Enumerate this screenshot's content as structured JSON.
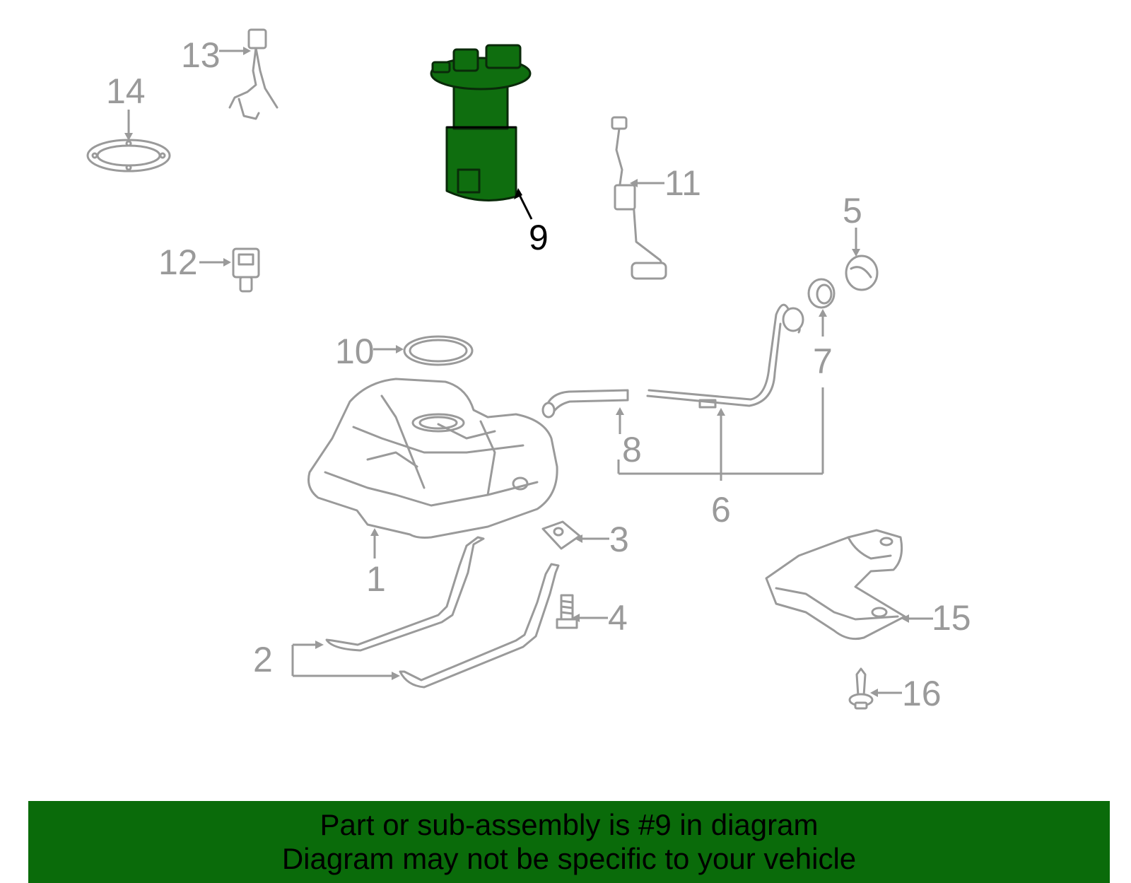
{
  "callouts": {
    "c1": "1",
    "c2": "2",
    "c3": "3",
    "c4": "4",
    "c5": "5",
    "c6": "6",
    "c7": "7",
    "c8": "8",
    "c9": "9",
    "c10": "10",
    "c11": "11",
    "c12": "12",
    "c13": "13",
    "c14": "14",
    "c15": "15",
    "c16": "16"
  },
  "highlighted_part": "9",
  "colors": {
    "highlight": "#0f6e0f",
    "banner": "#0a6b0a",
    "parts": "#9a9a9a"
  },
  "banner": {
    "line1": "Part or sub-assembly is #9 in diagram",
    "line2": "Diagram may not be specific to your vehicle"
  }
}
